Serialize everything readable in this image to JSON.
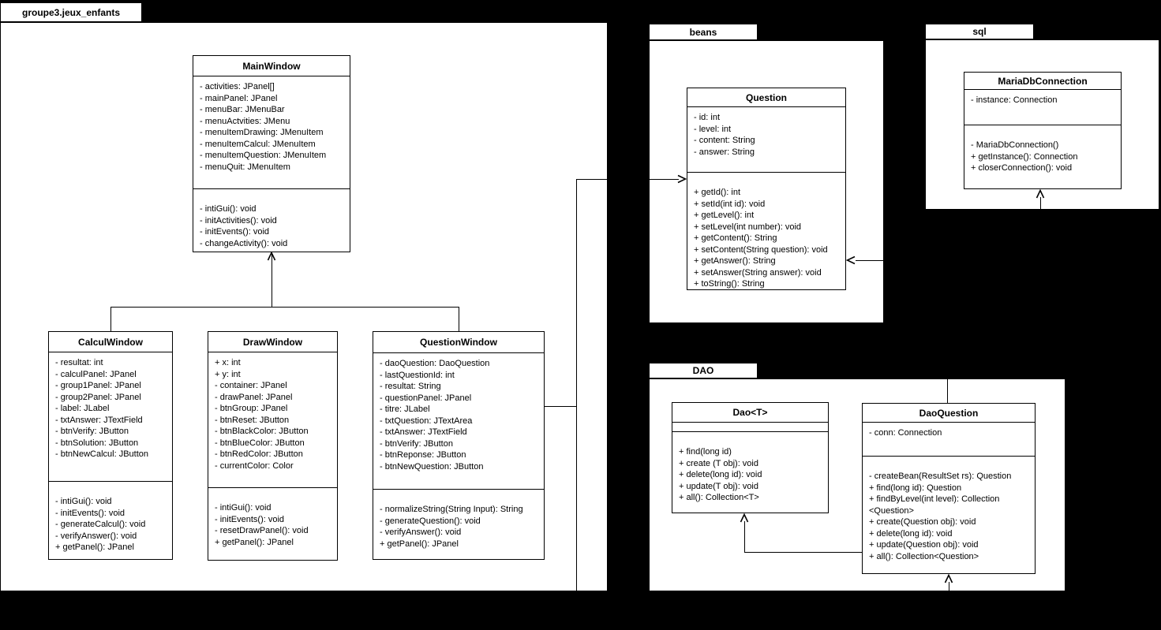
{
  "diagram": {
    "colors": {
      "background": "#000000",
      "node_fill": "#ffffff",
      "stroke": "#000000",
      "text": "#000000"
    },
    "packages": {
      "main": {
        "label": "groupe3.jeux_enfants"
      },
      "beans": {
        "label": "beans"
      },
      "sql": {
        "label": "sql"
      },
      "dao": {
        "label": "DAO"
      }
    },
    "classes": {
      "mainWindow": {
        "name": "MainWindow",
        "attributes": [
          "- activities: JPanel[]",
          "- mainPanel: JPanel",
          "- menuBar: JMenuBar",
          "- menuActvities: JMenu",
          "- menuItemDrawing: JMenuItem",
          "- menuItemCalcul: JMenuItem",
          "- menuItemQuestion: JMenuItem",
          "- menuQuit: JMenuItem"
        ],
        "methods": [
          "- intiGui(): void",
          "- initActivities(): void",
          "- initEvents(): void",
          "- changeActivity(): void"
        ]
      },
      "calculWindow": {
        "name": "CalculWindow",
        "attributes": [
          "- resultat: int",
          "- calculPanel: JPanel",
          "- group1Panel: JPanel",
          "- group2Panel: JPanel",
          "- label: JLabel",
          "- txtAnswer: JTextField",
          "- btnVerify: JButton",
          "- btnSolution: JButton",
          "- btnNewCalcul: JButton"
        ],
        "methods": [
          "- intiGui(): void",
          "- initEvents(): void",
          "- generateCalcul(): void",
          "- verifyAnswer(): void",
          "+ getPanel(): JPanel"
        ]
      },
      "drawWindow": {
        "name": "DrawWindow",
        "attributes": [
          "+ x: int",
          "+ y: int",
          "- container: JPanel",
          "- drawPanel: JPanel",
          "- btnGroup: JPanel",
          "- btnReset: JButton",
          "- btnBlackColor: JButton",
          "- btnBlueColor: JButton",
          "- btnRedColor: JButton",
          "- currentColor: Color"
        ],
        "methods": [
          "- intiGui(): void",
          "- initEvents(): void",
          "- resetDrawPanel(): void",
          "+ getPanel(): JPanel"
        ]
      },
      "questionWindow": {
        "name": "QuestionWindow",
        "attributes": [
          "- daoQuestion: DaoQuestion",
          "- lastQuestionId: int",
          "- resultat: String",
          "- questionPanel: JPanel",
          "- titre: JLabel",
          "- txtQuestion: JTextArea",
          "- txtAnswer: JTextField",
          "- btnVerify: JButton",
          "- btnReponse: JButton",
          "- btnNewQuestion: JButton"
        ],
        "methods": [
          "- normalizeString(String Input): String",
          "- generateQuestion(): void",
          "- verifyAnswer(): void",
          "+ getPanel(): JPanel"
        ]
      },
      "question": {
        "name": "Question",
        "attributes": [
          "- id: int",
          "- level: int",
          "- content: String",
          "- answer: String"
        ],
        "methods": [
          "+ getId(): int",
          "+ setId(int id): void",
          "+ getLevel(): int",
          "+ setLevel(int number): void",
          "+ getContent(): String",
          "+ setContent(String question): void",
          "+ getAnswer(): String",
          "+ setAnswer(String answer): void",
          "+ toString(): String"
        ]
      },
      "mariaDbConnection": {
        "name": "MariaDbConnection",
        "attributes": [
          "- instance: Connection"
        ],
        "methods": [
          "- MariaDbConnection()",
          "+ getInstance(): Connection",
          "+ closerConnection(): void"
        ]
      },
      "dao": {
        "name": "Dao<T>",
        "attributes": [],
        "methods": [
          "+ find(long id)",
          "+ create (T obj): void",
          "+ delete(long id): void",
          "+ update(T obj): void",
          "+ all(): Collection<T>"
        ]
      },
      "daoQuestion": {
        "name": "DaoQuestion",
        "attributes": [
          "- conn: Connection"
        ],
        "methods": [
          "- createBean(ResultSet rs): Question",
          "+ find(long id): Question",
          "+ findByLevel(int level): Collection <Question>",
          "+ create(Question obj): void",
          "+ delete(long id): void",
          "+ update(Question obj): void",
          "+ all(): Collection<Question>"
        ]
      }
    }
  }
}
